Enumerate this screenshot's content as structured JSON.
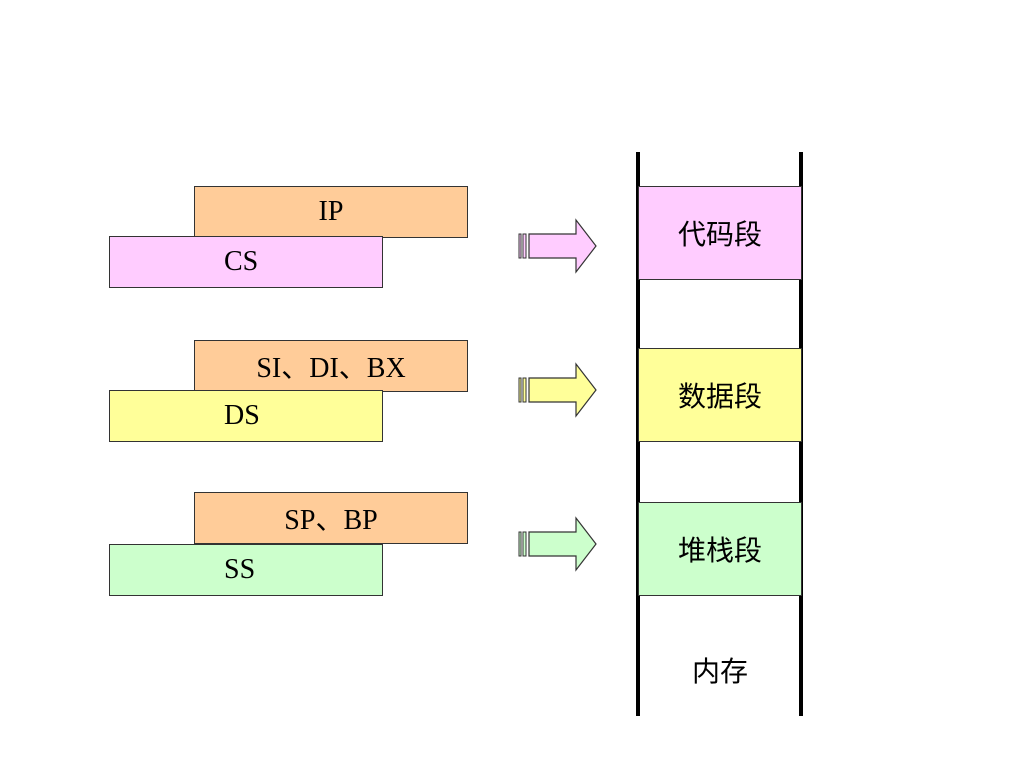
{
  "colors": {
    "offset_register": "#ffcc99",
    "code": "#ffccff",
    "data": "#ffff99",
    "stack": "#ccffcc"
  },
  "groups": [
    {
      "offset": "IP",
      "segment": "CS",
      "memory": "代码段"
    },
    {
      "offset": "SI、DI、BX",
      "segment": "DS",
      "memory": "数据段"
    },
    {
      "offset": "SP、BP",
      "segment": "SS",
      "memory": "堆栈段"
    }
  ],
  "memory": {
    "label": "内存"
  }
}
